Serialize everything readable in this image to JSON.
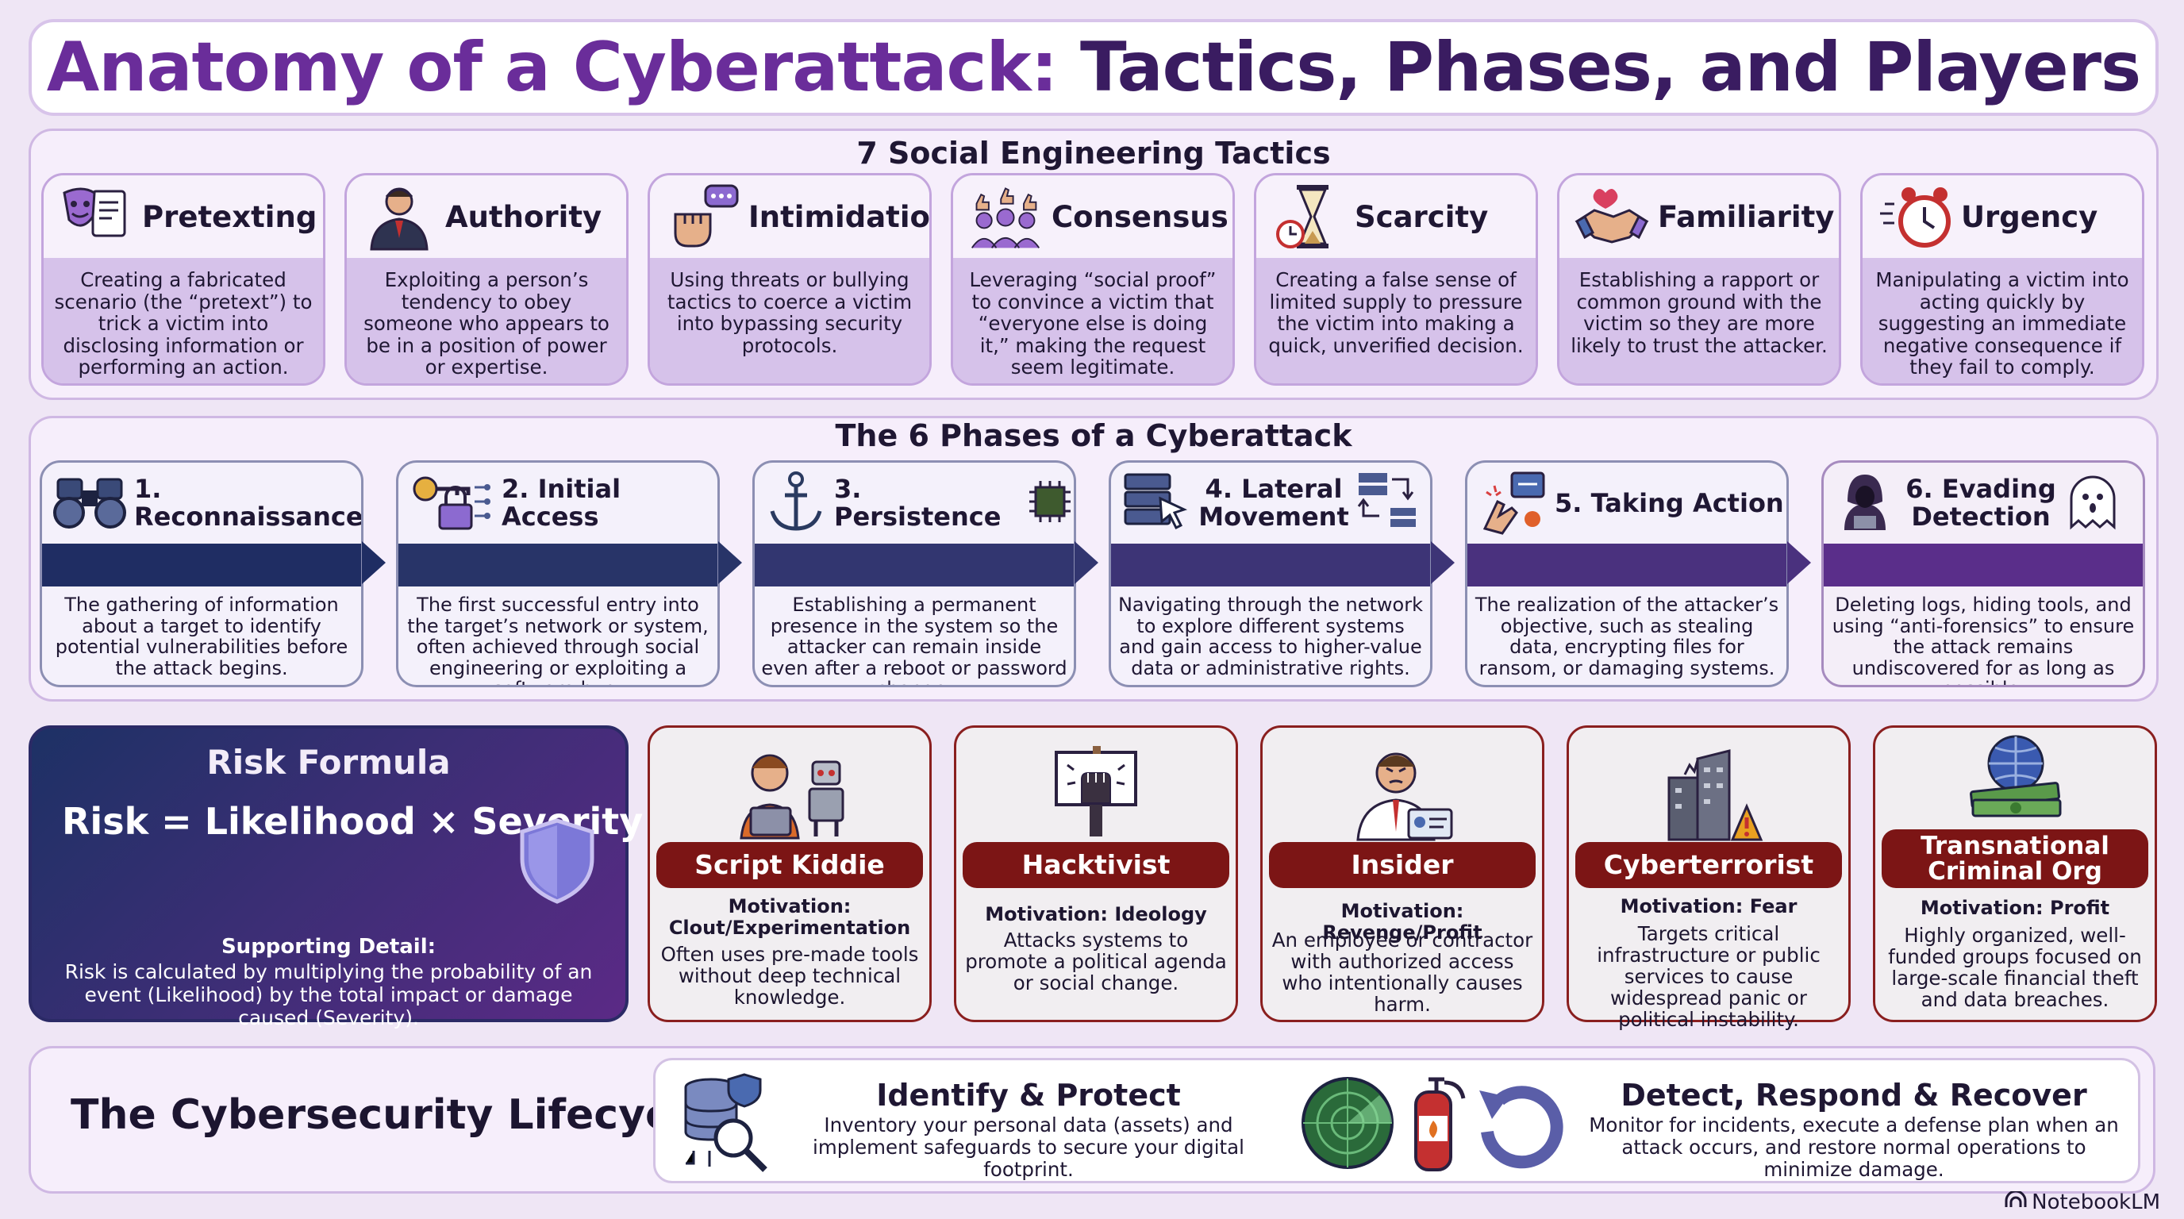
{
  "header": {
    "title_part1": "Anatomy of a Cyberattack:",
    "title_part2": "Tactics, Phases, and Players"
  },
  "tactics": {
    "heading": "7 Social Engineering Tactics",
    "items": [
      {
        "name": "Pretexting",
        "icon": "theater-mask-icon",
        "desc": "Creating a fabricated scenario (the “pretext”) to trick a victim into disclosing information or performing an action."
      },
      {
        "name": "Authority",
        "icon": "businessman-icon",
        "desc": "Exploiting a person’s tendency to obey someone who appears to be in a position of power or expertise."
      },
      {
        "name": "Intimidation",
        "icon": "fist-speech-icon",
        "desc": "Using threats or bullying tactics to coerce a victim into bypassing security protocols."
      },
      {
        "name": "Consensus",
        "icon": "crowd-thumbs-up-icon",
        "desc": "Leveraging “social proof” to convince a victim that “everyone else is doing it,” making the request seem legitimate."
      },
      {
        "name": "Scarcity",
        "icon": "hourglass-icon",
        "desc": "Creating a false sense of limited supply to pressure the victim into making a quick, unverified decision."
      },
      {
        "name": "Familiarity",
        "icon": "handshake-icon",
        "desc": "Establishing a rapport or common ground with the victim so they are more likely to trust the attacker."
      },
      {
        "name": "Urgency",
        "icon": "alarm-clock-icon",
        "desc": "Manipulating a victim into acting quickly by suggesting an immediate negative consequence if they fail to comply."
      }
    ]
  },
  "phases": {
    "heading": "The 6 Phases of a Cyberattack",
    "items": [
      {
        "name": "1. Reconnaissance",
        "icon": "binoculars-icon",
        "desc": "The gathering of information about a target to identify potential vulnerabilities before the attack begins."
      },
      {
        "name": "2. Initial Access",
        "icon": "key-lock-icon",
        "desc": "The first successful entry into the target’s network or system, often achieved through social engineering or exploiting a software bug."
      },
      {
        "name": "3. Persistence",
        "icon": "anchor-icon",
        "desc": "Establishing a permanent presence in the system so the attacker can remain inside even after a reboot or password change."
      },
      {
        "name": "4. Lateral Movement",
        "icon": "server-cursor-icon",
        "desc": "Navigating through the network to explore different systems and gain access to higher-value data or administrative rights."
      },
      {
        "name": "5. Taking Action",
        "icon": "hand-click-icon",
        "desc": "The realization of the attacker’s objective, such as stealing data, encrypting files for ransom, or damaging systems."
      },
      {
        "name": "6. Evading Detection",
        "icon": "hooded-hacker-icon",
        "desc": "Deleting logs, hiding tools, and using “anti-forensics” to ensure the attack remains undiscovered for as long as possible."
      }
    ]
  },
  "risk": {
    "title": "Risk Formula",
    "formula_risk": "Risk",
    "formula_eq": "=",
    "formula_likelihood": "Likelihood",
    "formula_times": "×",
    "formula_severity": "Severity",
    "detail_label": "Supporting Detail:",
    "detail_text": "Risk is calculated by multiplying the probability of an event (Likelihood) by the total impact or damage caused (Severity)."
  },
  "players": [
    {
      "name": "Script Kiddie",
      "icon": "kid-robot-icon",
      "motivation": "Motivation: Clout/Experimentation",
      "desc": "Often uses pre-made tools without deep technical knowledge."
    },
    {
      "name": "Hacktivist",
      "icon": "protest-sign-icon",
      "motivation": "Motivation: Ideology",
      "desc": "Attacks systems to promote a political agenda or social change."
    },
    {
      "name": "Insider",
      "icon": "employee-badge-icon",
      "motivation": "Motivation: Revenge/Profit",
      "desc": "An employee or contractor with authorized access who intentionally causes harm."
    },
    {
      "name": "Cyberterrorist",
      "icon": "damaged-building-icon",
      "motivation": "Motivation: Fear",
      "desc": "Targets critical infrastructure or public services to cause widespread panic or political instability."
    },
    {
      "name": "Transnational Criminal Org",
      "icon": "globe-money-icon",
      "motivation": "Motivation: Profit",
      "desc": "Highly organized, well-funded groups focused on large-scale financial theft and data breaches."
    }
  ],
  "lifecycle": {
    "title": "The Cybersecurity Lifecycle",
    "identify_heading": "Identify & Protect",
    "identify_desc": "Inventory your personal data (assets) and implement safeguards to secure your digital footprint.",
    "detect_heading": "Detect, Respond & Recover",
    "detect_desc": "Monitor for incidents, execute a defense plan when an attack occurs, and restore normal operations to minimize damage."
  },
  "footer": {
    "brand": "NotebookLM"
  },
  "colors": {
    "title_purple": "#6a2d9a",
    "title_dark": "#3a1c61",
    "player_red": "#7c1515",
    "phase_band_start": "#1f2d63",
    "phase_band_end": "#5a2e8a"
  }
}
